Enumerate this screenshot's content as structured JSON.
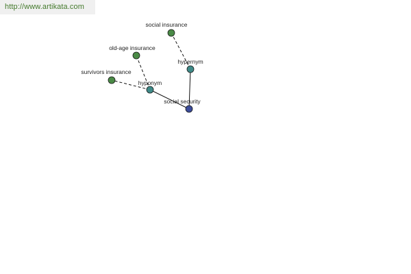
{
  "source_link": {
    "text": "http://www.artikata.com",
    "color": "#447a2c"
  },
  "graph": {
    "nodes": [
      {
        "id": "social-security",
        "label": "social security",
        "kind": "root",
        "color": "#3c4c9a"
      },
      {
        "id": "hypernym",
        "label": "hypernym",
        "kind": "relation",
        "color": "#3f8a88"
      },
      {
        "id": "hyponym",
        "label": "hyponym",
        "kind": "relation",
        "color": "#3f8a88"
      },
      {
        "id": "social-insurance",
        "label": "social insurance",
        "kind": "term",
        "color": "#4a8a46"
      },
      {
        "id": "old-age-insurance",
        "label": "old-age insurance",
        "kind": "term",
        "color": "#4a8a46"
      },
      {
        "id": "survivors-insurance",
        "label": "survivors insurance",
        "kind": "term",
        "color": "#4a8a46"
      }
    ],
    "edges": [
      {
        "from": "social-security",
        "to": "hypernym",
        "style": "solid"
      },
      {
        "from": "social-security",
        "to": "hyponym",
        "style": "solid"
      },
      {
        "from": "hypernym",
        "to": "social-insurance",
        "style": "dashed"
      },
      {
        "from": "hyponym",
        "to": "old-age-insurance",
        "style": "dashed"
      },
      {
        "from": "hyponym",
        "to": "survivors-insurance",
        "style": "dashed"
      }
    ]
  }
}
